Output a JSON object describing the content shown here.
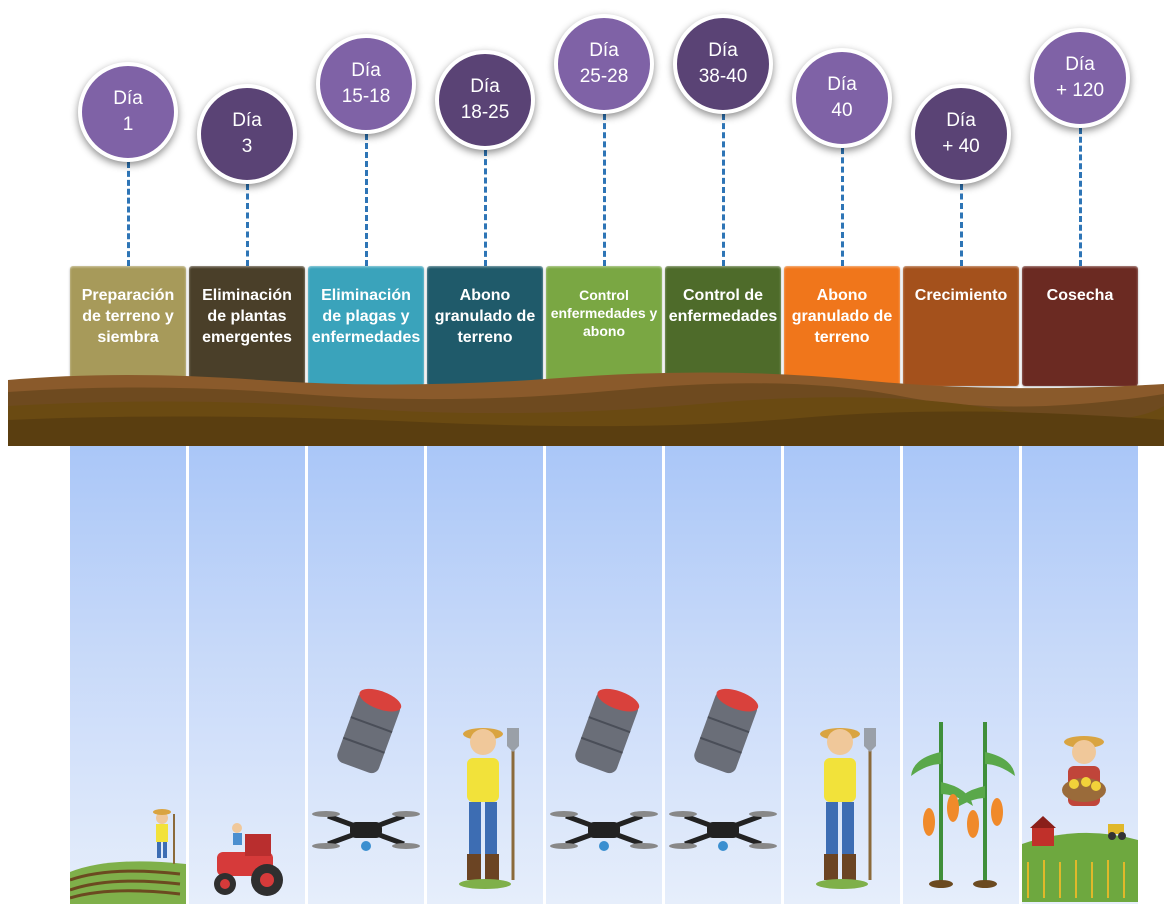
{
  "milestones": [
    {
      "line1": "Día",
      "line2": "1",
      "stage": "Preparación de terreno y siembra",
      "box_color": "#a79a5a",
      "circle": "light",
      "icon": "farmer-field-icon"
    },
    {
      "line1": "Día",
      "line2": "3",
      "stage": "Eliminación de plantas emergentes",
      "box_color": "#4a3f29",
      "circle": "dark",
      "icon": "tractor-icon"
    },
    {
      "line1": "Día",
      "line2": "15-18",
      "stage": "Eliminación de plagas y enfermedades",
      "box_color": "#3aa3bb",
      "circle": "light",
      "icon": "drone-barrel-icon"
    },
    {
      "line1": "Día",
      "line2": "18-25",
      "stage": "Abono granulado de terreno",
      "box_color": "#1f5a6a",
      "circle": "dark",
      "icon": "farmer-shovel-icon"
    },
    {
      "line1": "Día",
      "line2": "25-28",
      "stage": "Control enfermedades y abono",
      "box_color": "#7aa743",
      "circle": "light",
      "icon": "drone-barrel-icon"
    },
    {
      "line1": "Día",
      "line2": "38-40",
      "stage": "Control de enfermedades",
      "box_color": "#4e6b2a",
      "circle": "dark",
      "icon": "drone-barrel-icon"
    },
    {
      "line1": "Día",
      "line2": "40",
      "stage": "Abono granulado de terreno",
      "box_color": "#f0761b",
      "circle": "light",
      "icon": "farmer-shovel-icon"
    },
    {
      "line1": "Día",
      "line2": "+ 40",
      "stage": "Crecimiento",
      "box_color": "#a4511c",
      "circle": "dark",
      "icon": "corn-plant-icon"
    },
    {
      "line1": "Día",
      "line2": "+ 120",
      "stage": "Cosecha",
      "box_color": "#6b2a22",
      "circle": "light",
      "icon": "harvest-farmer-icon"
    }
  ]
}
